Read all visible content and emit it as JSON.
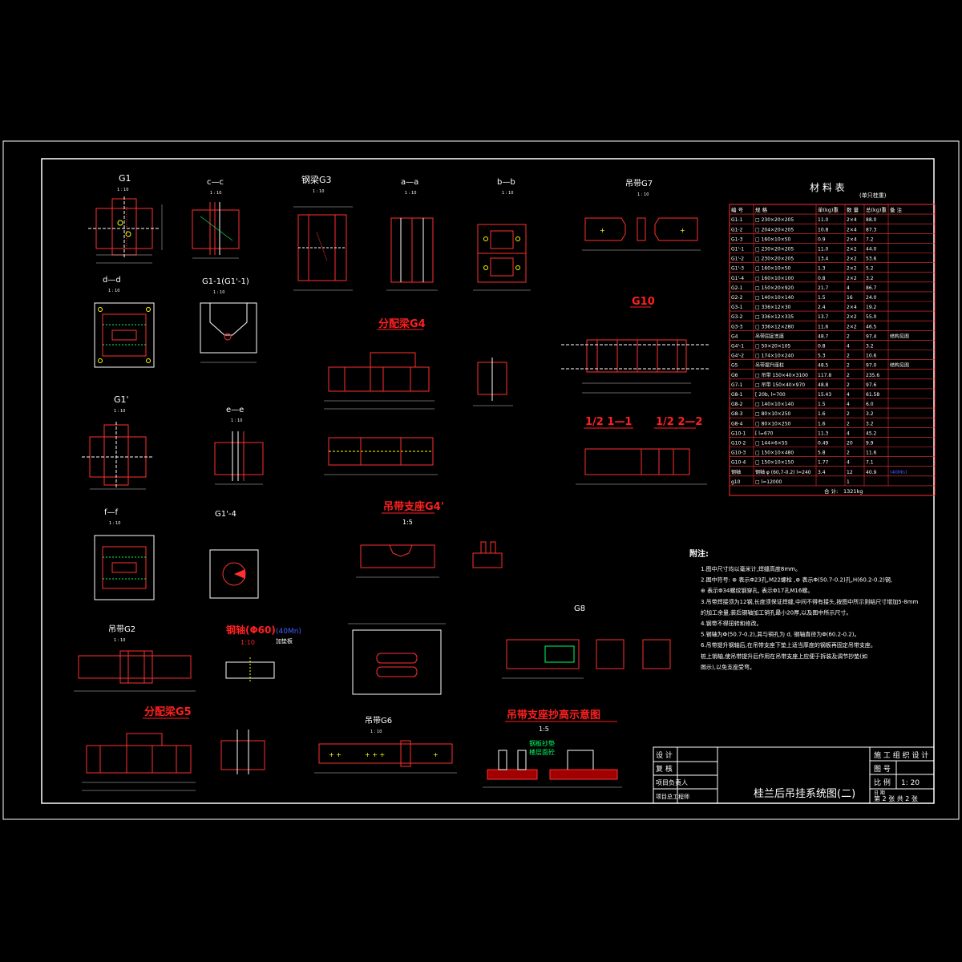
{
  "drawing": {
    "title": "桂兰后吊挂系统图(二)",
    "views": {
      "g1": {
        "title": "G1",
        "scale": "1 : 10"
      },
      "cc": {
        "title": "c—c",
        "scale": "1 : 10"
      },
      "g3": {
        "title": "钢梁G3",
        "scale": "1 : 10"
      },
      "aa": {
        "title": "a—a",
        "scale": "1 : 10"
      },
      "bb": {
        "title": "b—b",
        "scale": "1 : 10"
      },
      "g7": {
        "title": "吊带G7",
        "scale": "1 : 10"
      },
      "dd": {
        "title": "d—d",
        "scale": "1 : 10"
      },
      "g1_1": {
        "title": "G1-1(G1'-1)",
        "scale": "1 : 10"
      },
      "g4": {
        "title": "分配梁G4"
      },
      "g10": {
        "title": "G10"
      },
      "g1p": {
        "title": "G1'",
        "scale": "1 : 10"
      },
      "ee": {
        "title": "e—e",
        "scale": "1 : 10"
      },
      "s11": {
        "title": "1/2 1—1"
      },
      "s22": {
        "title": "1/2 2—2"
      },
      "ff": {
        "title": "f—f",
        "scale": "1 : 10"
      },
      "g1p4": {
        "title": "G1'-4"
      },
      "g4p": {
        "title": "吊带支座G4'",
        "scale": "1:5"
      },
      "g2": {
        "title": "吊带G2",
        "scale": "1 : 10"
      },
      "axle": {
        "title": "钢轴(Φ60)",
        "note": "(40Mn)",
        "sub": "加垫板",
        "scale": "1:10"
      },
      "g8": {
        "title": "G8"
      },
      "g5": {
        "title": "分配梁G5"
      },
      "g6": {
        "title": "吊带G6",
        "scale": "1 : 10"
      },
      "raise": {
        "title": "吊带支座抄高示意图",
        "scale": "1:5",
        "label1": "钢板抄垫",
        "label2": "楼层面砼"
      }
    },
    "bom": {
      "title": "材 料 表",
      "unit": "(单只桂重)",
      "headers": [
        "编 号",
        "规 格",
        "单(kg)重",
        "数 量",
        "总(kg)重",
        "备 注"
      ],
      "rows": [
        [
          "G1-1",
          "□ 230×20×205",
          "11.0",
          "2×4",
          "88.0",
          ""
        ],
        [
          "G1-2",
          "□ 204×20×205",
          "10.8",
          "2×4",
          "87.3",
          ""
        ],
        [
          "G1-3",
          "□ 160×10×50",
          "0.9",
          "2×4",
          "7.2",
          ""
        ],
        [
          "G1'-1",
          "□ 230×20×205",
          "11.0",
          "2×2",
          "44.0",
          ""
        ],
        [
          "G1'-2",
          "□ 230×20×205",
          "13.4",
          "2×2",
          "53.6",
          ""
        ],
        [
          "G1'-3",
          "□ 160×10×50",
          "1.3",
          "2×2",
          "5.2",
          ""
        ],
        [
          "G1'-4",
          "□ 160×10×100",
          "0.8",
          "2×2",
          "3.2",
          ""
        ],
        [
          "G2-1",
          "□ 150×20×920",
          "21.7",
          "4",
          "86.7",
          ""
        ],
        [
          "G2-2",
          "□ 140×10×140",
          "1.5",
          "16",
          "24.0",
          ""
        ],
        [
          "G3-1",
          "□ 336×12×30",
          "2.4",
          "2×4",
          "19.2",
          ""
        ],
        [
          "G3-2",
          "□ 336×12×335",
          "13.7",
          "2×2",
          "55.0",
          ""
        ],
        [
          "G3-3",
          "□ 336×12×280",
          "11.6",
          "2×2",
          "46.5",
          ""
        ],
        [
          "G4",
          "吊带固定支座",
          "48.7",
          "2",
          "97.4",
          "结构见图"
        ],
        [
          "G4'-1",
          "□ 50×20×105",
          "0.8",
          "4",
          "3.2",
          ""
        ],
        [
          "G4'-2",
          "□ 174×10×240",
          "5.3",
          "2",
          "10.6",
          ""
        ],
        [
          "G5",
          "吊带提升座柱",
          "48.5",
          "2",
          "97.0",
          "结构见图"
        ],
        [
          "G6",
          "□ 吊带 150×40×3100",
          "117.8",
          "2",
          "235.6",
          ""
        ],
        [
          "G7-1",
          "□ 吊带 150×40×970",
          "48.8",
          "2",
          "97.6",
          ""
        ],
        [
          "G8-1",
          "[ 20b, l=700",
          "15.43",
          "4",
          "61.58",
          ""
        ],
        [
          "G8-2",
          "□ 140×10×140",
          "1.5",
          "4",
          "6.0",
          ""
        ],
        [
          "G8-3",
          "□ 80×10×250",
          "1.6",
          "2",
          "3.2",
          ""
        ],
        [
          "G8-4",
          "□ 80×10×250",
          "1.6",
          "2",
          "3.2",
          ""
        ],
        [
          "G10-1",
          "[ l=670",
          "11.3",
          "4",
          "45.2",
          ""
        ],
        [
          "G10-2",
          "□ 144×6×55",
          "0.49",
          "20",
          "9.9",
          ""
        ],
        [
          "G10-3",
          "□ 150×10×480",
          "5.8",
          "2",
          "11.6",
          ""
        ],
        [
          "G10-4",
          "□ 150×10×150",
          "1.77",
          "4",
          "7.1",
          ""
        ],
        [
          "钢轴",
          "钢轴 φ (60,7-0.2) l=240",
          "3.4",
          "12",
          "40.9",
          "(40Mn)"
        ],
        [
          "g10",
          "□ l=12000",
          "",
          "1",
          "",
          ""
        ]
      ],
      "total_label": "合 计:",
      "total_value": "1321kg"
    },
    "notes": {
      "heading": "附注:",
      "items": [
        "1.图中尺寸均以毫米计,焊缝高度8mm。",
        "2.图中符号: ⊕ 表示Φ23孔,M22螺栓 ,⊕ 表示Φ(50.7-0.2)孔,H(60.2-0.2)钢,",
        "  ⊕ 表示Φ34螺纹钢穿孔, 表示Φ17孔M16螺。",
        "3.吊带焊接须为12钢,长度须保证焊缝,中间不得有接头,按图中所示则结尺寸增加5-8mm",
        "  的加工余量,装后钢轴加工销孔最小20厚,以及图中所示尺寸。",
        "4.钢带不得扭转和修改。",
        "5.钢轴为Φ(50.7-0.2),其与销孔为 d, 钢轴直径为Φ(60.2-0.2)。",
        "6.吊带提升钢轴后,在吊带支座下垫上适当厚度的钢板再固定吊带支座。",
        "  桩上销轴,使吊带提升后作用在吊带支座上应便于拆装及调节抄垫(如",
        "  图示),以免支座受弯。"
      ]
    },
    "title_block": {
      "design": "设 计",
      "review": "复 核",
      "manager": "项目负责人",
      "engineer": "项目总工程师",
      "org": "施 工 组 织 设 计",
      "drawing_no_label": "图 号",
      "scale_label": "比 例",
      "scale_value": "1: 20",
      "date_label": "日 期",
      "sheet": "第 2 张  共 2 张"
    }
  }
}
